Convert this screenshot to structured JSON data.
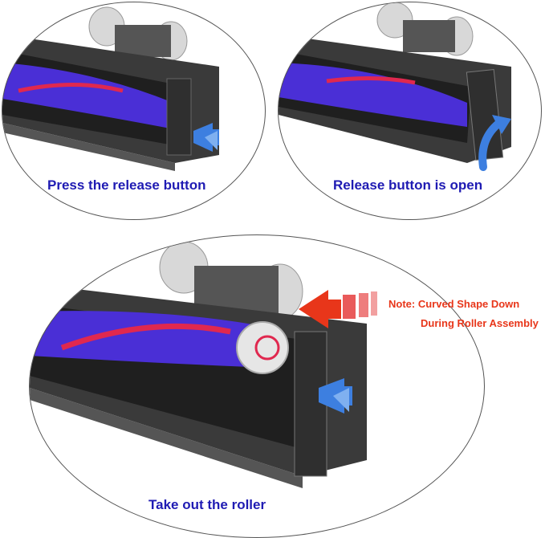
{
  "steps": [
    {
      "caption": "Press the release button",
      "icon": "push-arrows-icon"
    },
    {
      "caption": "Release button is open",
      "icon": "curved-arrow-icon"
    },
    {
      "caption": "Take out the roller",
      "icon": "push-arrows-icon"
    }
  ],
  "note": {
    "line1": "Note: Curved Shape Down",
    "line2": "During Roller Assembly",
    "icon": "pointing-arrow-icon"
  },
  "colors": {
    "caption": "#1f1bb3",
    "note": "#e8361a",
    "roller": "#4a2fd6",
    "stripe": "#e0284f",
    "arrow": "#3d7fe0",
    "body": "#2b2b2b"
  }
}
